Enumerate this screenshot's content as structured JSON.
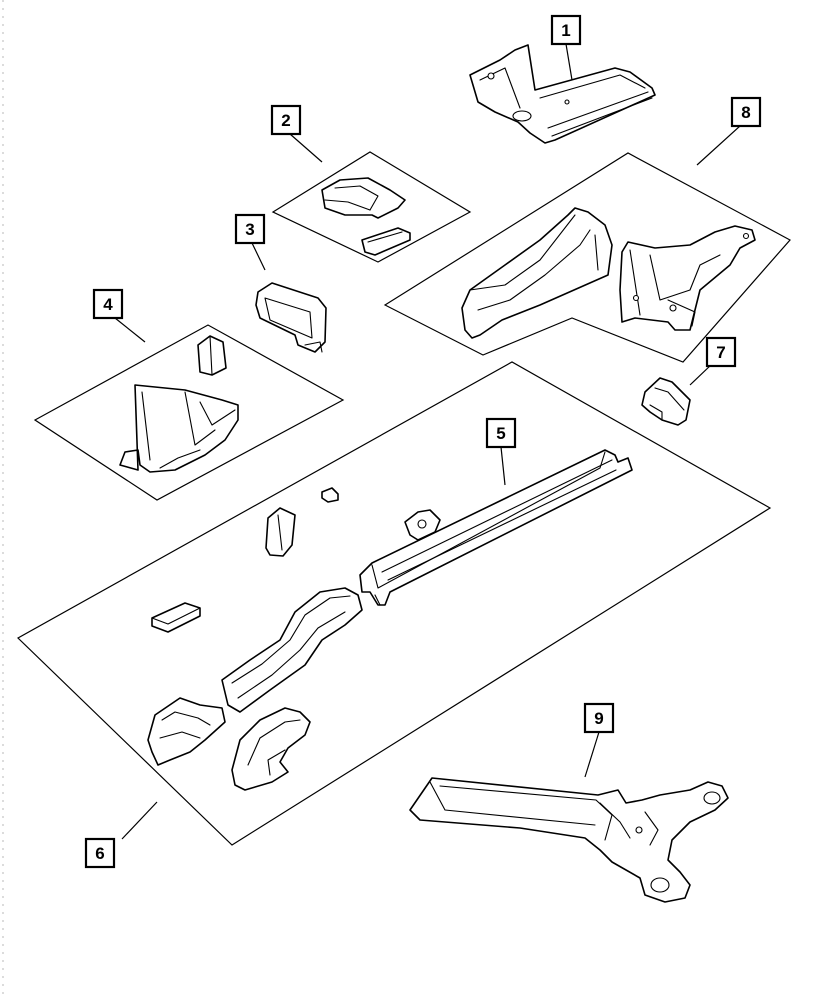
{
  "callouts": [
    {
      "id": "1",
      "label": "1"
    },
    {
      "id": "2",
      "label": "2"
    },
    {
      "id": "3",
      "label": "3"
    },
    {
      "id": "4",
      "label": "4"
    },
    {
      "id": "5",
      "label": "5"
    },
    {
      "id": "6",
      "label": "6"
    },
    {
      "id": "7",
      "label": "7"
    },
    {
      "id": "8",
      "label": "8"
    },
    {
      "id": "9",
      "label": "9"
    }
  ],
  "colors": {
    "line": "#000000",
    "fill": "#ffffff"
  }
}
